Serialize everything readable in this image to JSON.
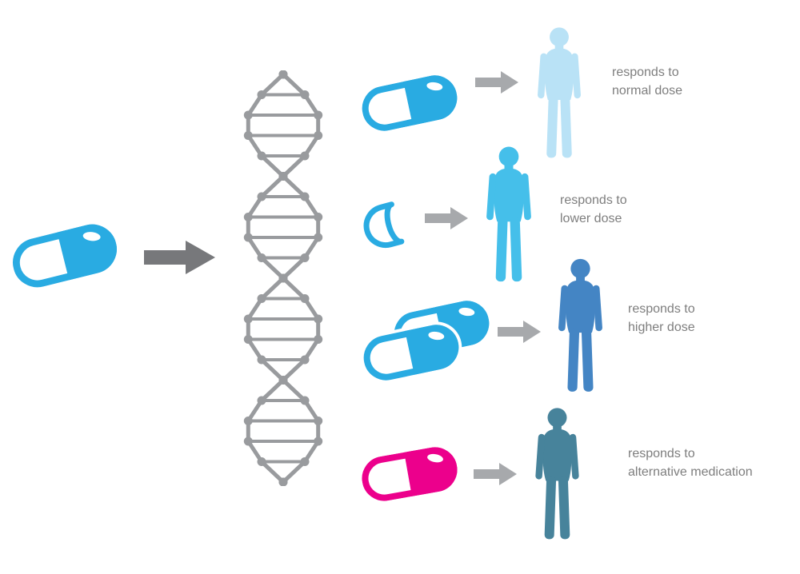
{
  "colors": {
    "background": "#FFFFFF",
    "pill_blue": "#29ABE2",
    "pill_pink": "#EC008C",
    "arrow_small": "#A7A9AC",
    "arrow_large": "#77787B",
    "dna": "#999B9E",
    "person_normal": "#B9E2F6",
    "person_lower": "#45BFEA",
    "person_higher": "#4485C4",
    "person_alternative": "#47839B",
    "label_text": "#7E7E7E"
  },
  "flow": {
    "medication_icon": "capsule-pill-icon",
    "arrow_icon": "right-arrow-icon",
    "genome_icon": "dna-double-helix-icon"
  },
  "outcomes": [
    {
      "pill_icon": "full-capsule-icon",
      "person_icon": "patient-silhouette",
      "label": "responds to\nnormal dose"
    },
    {
      "pill_icon": "half-open-capsule-icon",
      "person_icon": "patient-silhouette",
      "label": "responds to\nlower dose"
    },
    {
      "pill_icon": "two-capsules-icon",
      "person_icon": "patient-silhouette",
      "label": "responds to\nhigher dose"
    },
    {
      "pill_icon": "alternative-capsule-icon",
      "person_icon": "patient-silhouette",
      "label": "responds to\nalternative medication"
    }
  ]
}
